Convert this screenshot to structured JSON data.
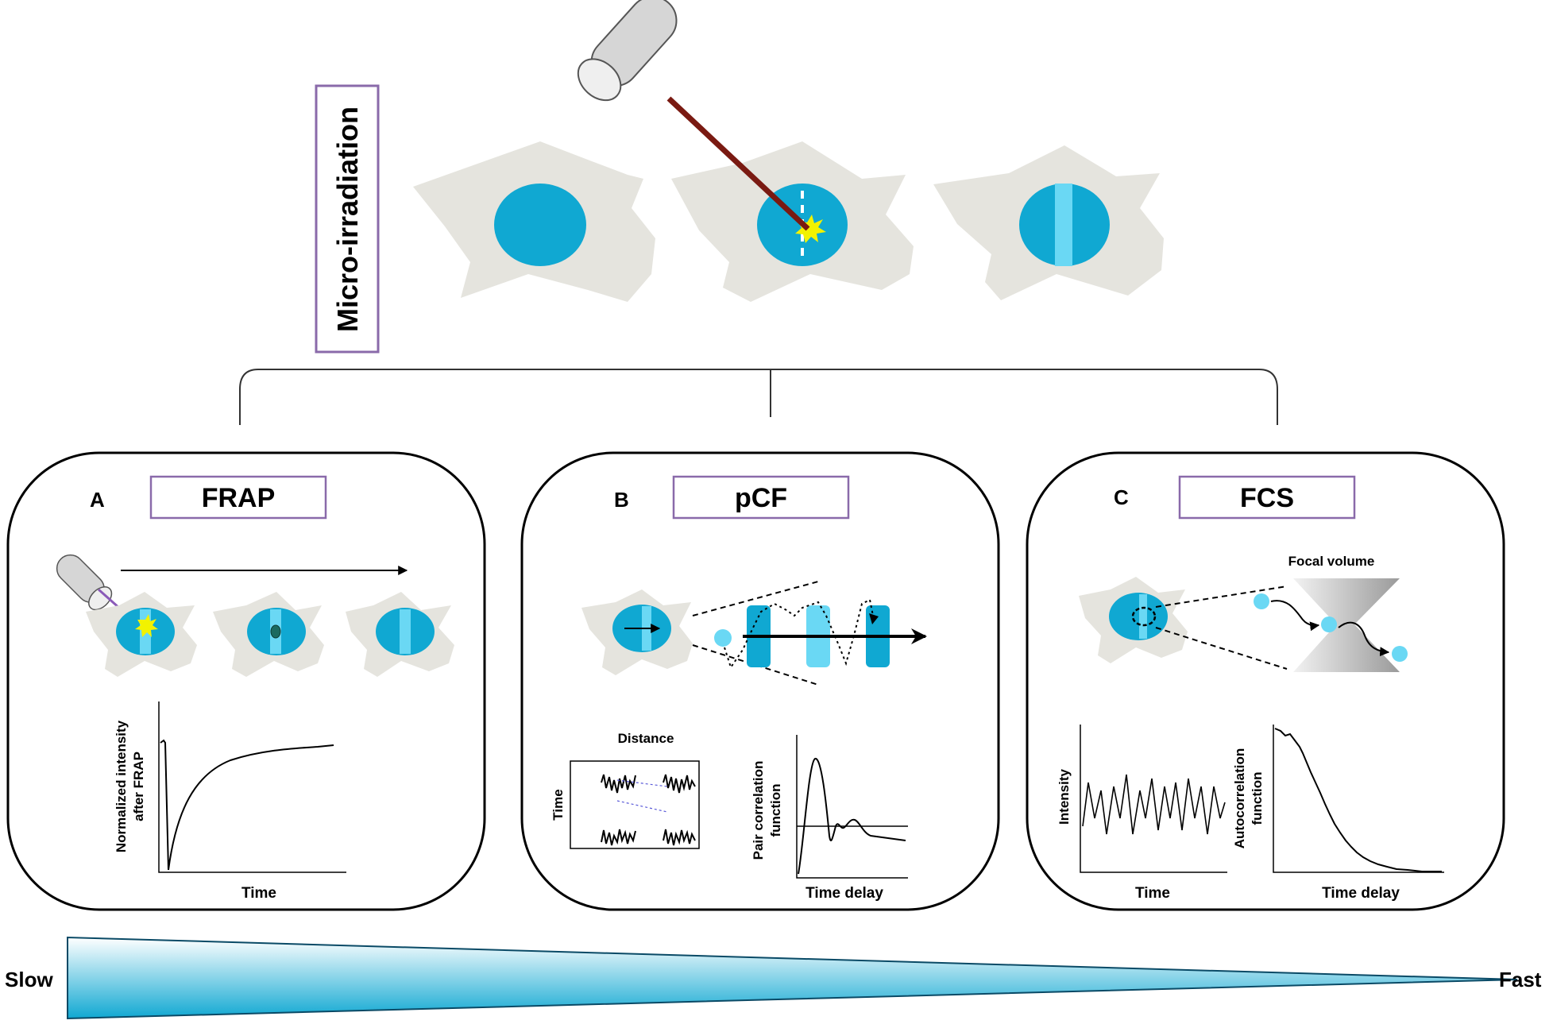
{
  "top": {
    "title": "Micro-irradiation"
  },
  "panels": [
    {
      "letter": "A",
      "method": "FRAP",
      "graph": {
        "ylabel_line1": "Normalized intensity",
        "ylabel_line2": "after FRAP",
        "xlabel": "Time"
      }
    },
    {
      "letter": "B",
      "method": "pCF",
      "kymo": {
        "title": "Distance",
        "ylabel": "Time"
      },
      "graph": {
        "ylabel_line1": "Pair correlation",
        "ylabel_line2": "function",
        "xlabel": "Time delay"
      }
    },
    {
      "letter": "C",
      "method": "FCS",
      "focal_label": "Focal volume",
      "graph1": {
        "ylabel": "Intensity",
        "xlabel": "Time"
      },
      "graph2": {
        "ylabel_line1": "Autocorrelation",
        "ylabel_line2": "function",
        "xlabel": "Time delay"
      }
    }
  ],
  "scale": {
    "slow": "Slow",
    "fast": "Fast"
  },
  "colors": {
    "nucleus": "#10a8d2",
    "stripe": "#6ad8f4",
    "cell": "#e5e4de",
    "label_box": "#8a6aaa",
    "laser": "#7a1a12",
    "flash": "#f2f200"
  }
}
